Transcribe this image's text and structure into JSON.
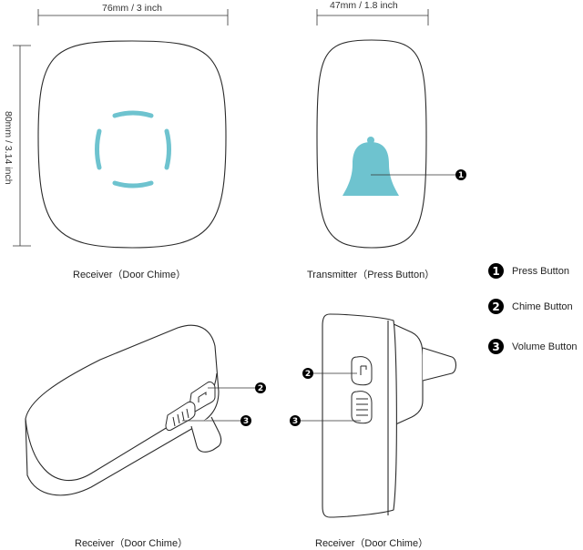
{
  "dimensions": {
    "receiver_width": "76mm / 3 inch",
    "receiver_height": "80mm / 3.14 inch",
    "transmitter_width": "47mm / 1.8 inch"
  },
  "captions": {
    "receiver_top": "Receiver（Door Chime）",
    "transmitter": "Transmitter（Press Button）",
    "receiver_bottom_left": "Receiver（Door Chime）",
    "receiver_bottom_right": "Receiver（Door Chime）"
  },
  "legend": [
    {
      "number": "1",
      "label": "Press Button"
    },
    {
      "number": "2",
      "label": "Chime Button"
    },
    {
      "number": "3",
      "label": "Volume Button"
    }
  ],
  "callouts": {
    "bell": "1",
    "left_chime": "2",
    "left_volume": "3",
    "right_chime": "2",
    "right_volume": "3"
  },
  "colors": {
    "accent": "#6ec3cf",
    "outline": "#2a2a2a"
  }
}
